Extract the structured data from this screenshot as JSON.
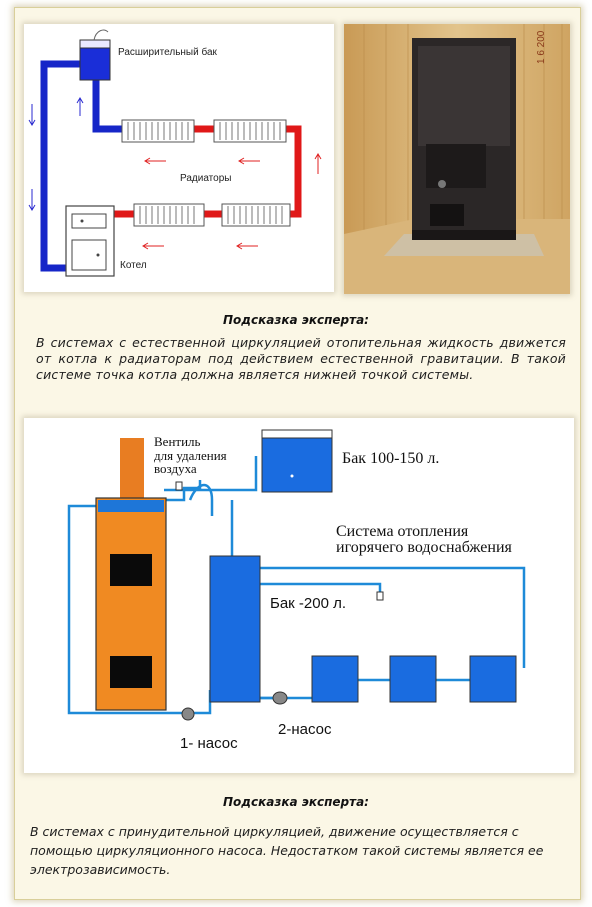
{
  "diagram1": {
    "labels": {
      "expansion_tank": "Расширительный бак",
      "radiators": "Радиаторы",
      "boiler": "Котел"
    }
  },
  "photo": {
    "date_stamp": "1  6  200"
  },
  "tip1": {
    "title": "Подсказка эксперта:",
    "text": "В системах с естественной циркуляцией отопительная жидкость движется от котла к радиаторам под действием естественной гравитации. В такой системе точка котла должна является нижней точкой системы."
  },
  "diagram2": {
    "labels": {
      "valve_line1": "Вентиль",
      "valve_line2": "для удаления",
      "valve_line3": "воздуха",
      "tank_top": "Бак 100-150 л.",
      "system_line1": "Система отопления",
      "system_line2": "игорячего водоснабжения",
      "tank_200": "Бак -200 л.",
      "pump1": "1- насос",
      "pump2": "2-насос"
    }
  },
  "tip2": {
    "title": "Подсказка эксперта:",
    "text": "В системах с принудительной циркуляцией, движение осуществляется с помощью циркуляционного насоса. Недостатком такой системы является ее электрозависимость."
  }
}
